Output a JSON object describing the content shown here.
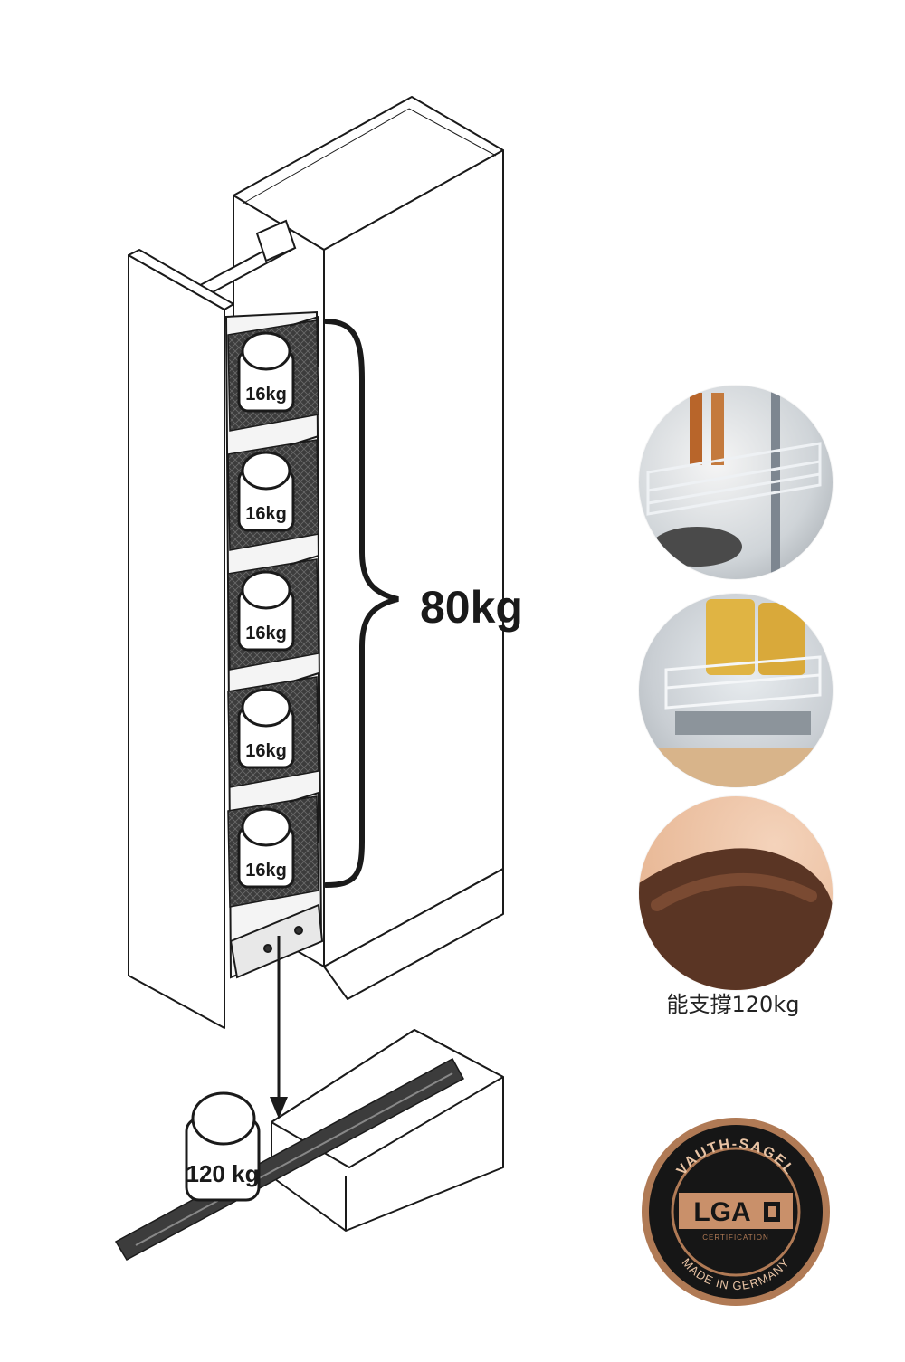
{
  "diagram": {
    "shelf_weights": [
      "16kg",
      "16kg",
      "16kg",
      "16kg",
      "16kg"
    ],
    "total_label": "80kg",
    "drawer_weight": "120 kg"
  },
  "side_panel": {
    "photos": [
      {
        "name": "wire-basket-photo"
      },
      {
        "name": "pasta-basket-photo"
      },
      {
        "name": "hand-pressing-photo"
      }
    ],
    "caption": "能支撐120kg",
    "badge": {
      "top_text": "VAUTH-SAGEL",
      "logo_text": "LGA",
      "sub_text": "CERTIFICATION",
      "bottom_text": "MADE IN GERMANY"
    }
  },
  "colors": {
    "line": "#1a1a1a",
    "basket_dark": "#3a3a3a",
    "badge_bronze": "#b07a55",
    "badge_dark": "#161616"
  }
}
